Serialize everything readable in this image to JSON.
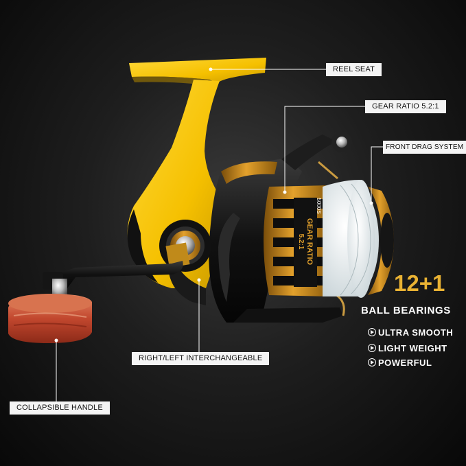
{
  "callouts": {
    "reel_seat": "REEL SEAT",
    "gear_ratio": "GEAR RATIO 5.2:1",
    "front_drag": "FRONT DRAG SYSTEM",
    "interchangeable": "RIGHT/LEFT INTERCHANGEABLE",
    "handle": "COLLAPSIBLE  HANDLE"
  },
  "bearings": {
    "count": "12+1",
    "label": "BALL BEARINGS"
  },
  "features": [
    "ULTRA SMOOTH",
    "LIGHT WEIGHT",
    "POWERFUL"
  ],
  "spool_print": {
    "ratio": "5.2:1",
    "text": "GEAR RATIO",
    "code": "5000S"
  },
  "colors": {
    "reel_yellow": "#f5c400",
    "accent_gold": "#e9b233",
    "knob_wood": "#c8563a",
    "line_white": "#e8eef0"
  }
}
